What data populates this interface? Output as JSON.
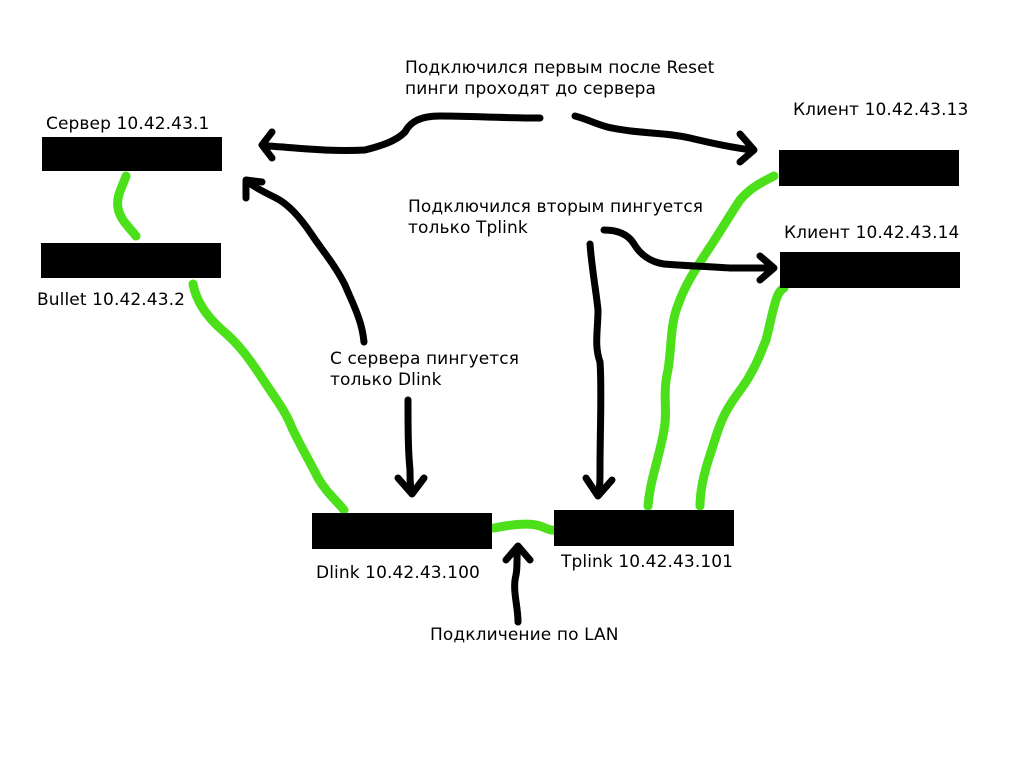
{
  "colors": {
    "background": "#ffffff",
    "device": "#000000",
    "cable": "#4ce01a",
    "arrow": "#000000",
    "text": "#000000"
  },
  "devices": {
    "server": {
      "label": "Сервер 10.42.43.1"
    },
    "bullet": {
      "label": "Bullet 10.42.43.2"
    },
    "client13": {
      "label": "Клиент 10.42.43.13"
    },
    "client14": {
      "label": "Клиент 10.42.43.14"
    },
    "dlink": {
      "label": "Dlink 10.42.43.100"
    },
    "tplink": {
      "label": "Tplink 10.42.43.101"
    }
  },
  "notes": {
    "first_connected": {
      "line1": "Подключился первым после Reset",
      "line2": "пинги проходят до сервера"
    },
    "second_connected": {
      "line1": "Подключился вторым пингуется",
      "line2": "только Tplink"
    },
    "server_pings": {
      "line1": "С сервера пингуется",
      "line2": "только Dlink"
    },
    "lan": {
      "line1": "Подкличение по LAN"
    }
  }
}
